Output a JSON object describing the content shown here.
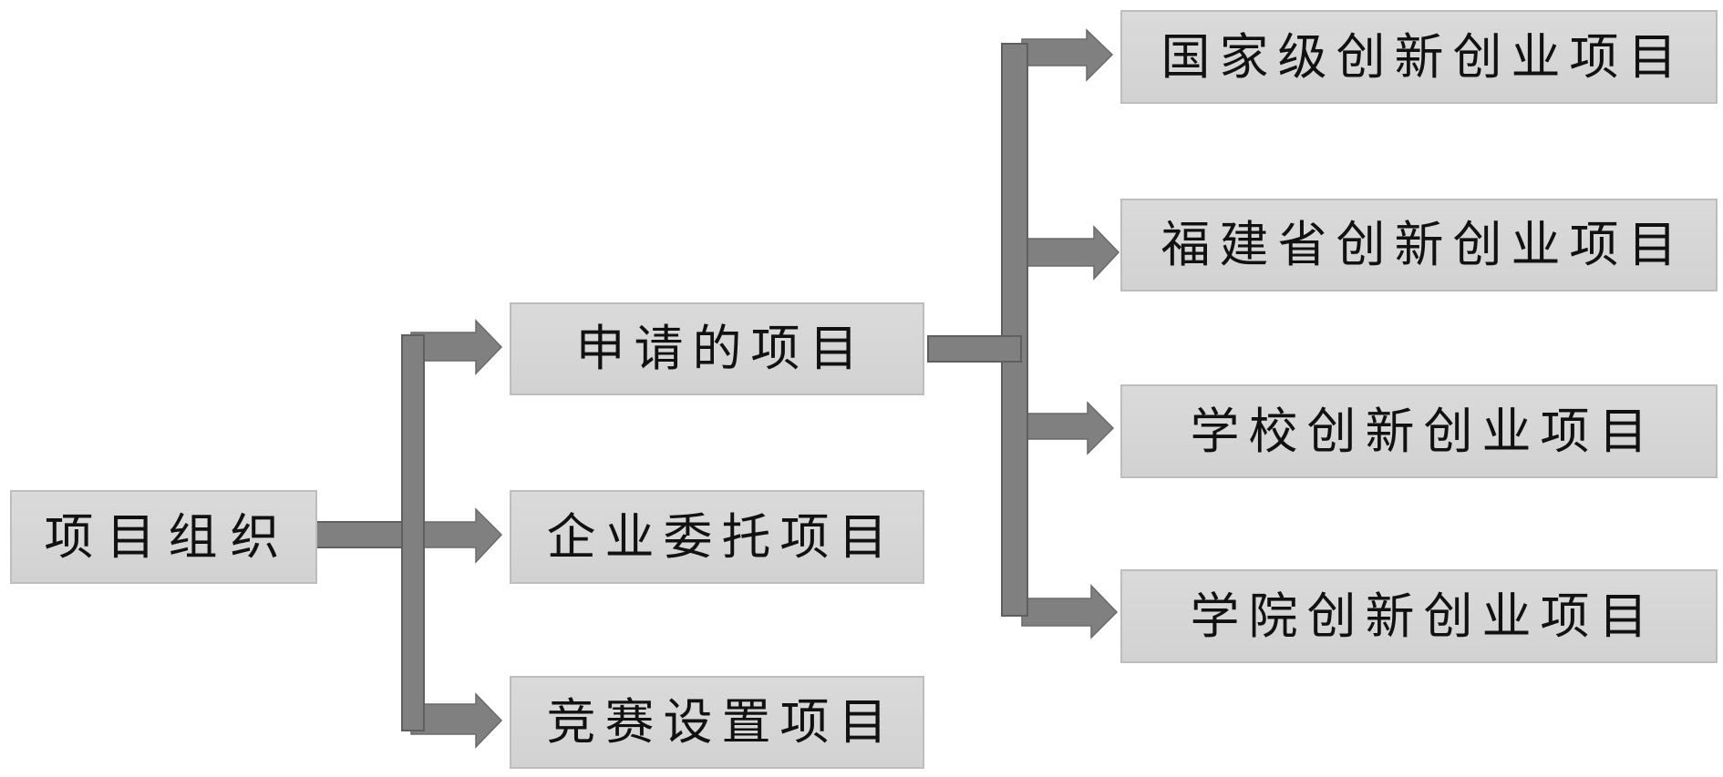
{
  "diagram": {
    "type": "tree",
    "colors": {
      "node_fill": "#d6d6d6",
      "node_border": "#bdbdbd",
      "connector_fill": "#808080",
      "connector_edge": "#5f5f5f",
      "text": "#111111"
    },
    "root": {
      "id": "root",
      "label": "项目组织"
    },
    "level1": [
      {
        "id": "mid-0",
        "label": "申请的项目",
        "has_children": true
      },
      {
        "id": "mid-1",
        "label": "企业委托项目",
        "has_children": false
      },
      {
        "id": "mid-2",
        "label": "竞赛设置项目",
        "has_children": false
      }
    ],
    "level2": [
      {
        "id": "leaf-0",
        "parent": "mid-0",
        "label": "国家级创新创业项目"
      },
      {
        "id": "leaf-1",
        "parent": "mid-0",
        "label": "福建省创新创业项目"
      },
      {
        "id": "leaf-2",
        "parent": "mid-0",
        "label": "学校创新创业项目"
      },
      {
        "id": "leaf-3",
        "parent": "mid-0",
        "label": "学院创新创业项目"
      }
    ],
    "edges": [
      {
        "from": "root",
        "to": "mid-0"
      },
      {
        "from": "root",
        "to": "mid-1"
      },
      {
        "from": "root",
        "to": "mid-2"
      },
      {
        "from": "mid-0",
        "to": "leaf-0"
      },
      {
        "from": "mid-0",
        "to": "leaf-1"
      },
      {
        "from": "mid-0",
        "to": "leaf-2"
      },
      {
        "from": "mid-0",
        "to": "leaf-3"
      }
    ]
  }
}
